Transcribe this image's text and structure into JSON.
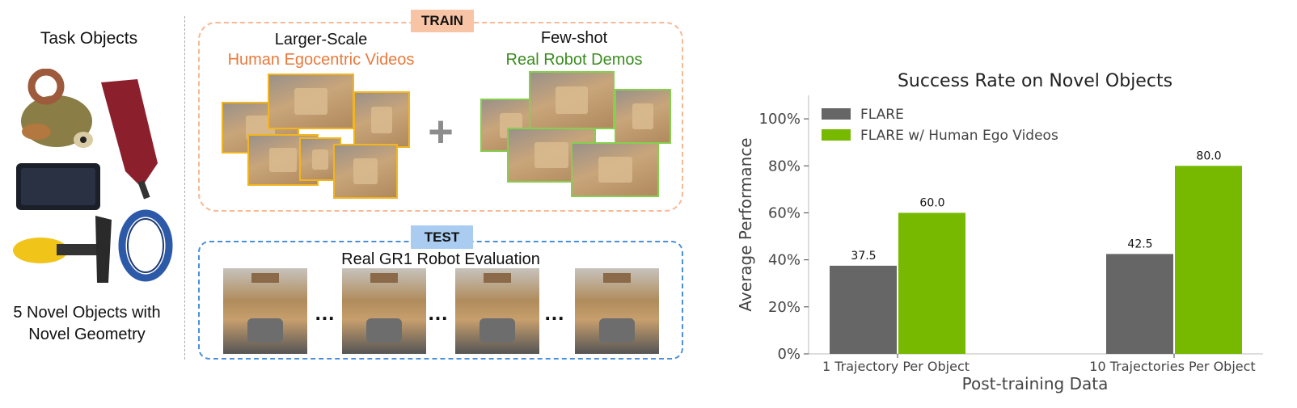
{
  "left": {
    "title": "Task Objects",
    "caption": "5 Novel Objects with Novel Geometry"
  },
  "train": {
    "badge": "TRAIN",
    "human_line1": "Larger-Scale",
    "human_line2": "Human Egocentric Videos",
    "robot_line1": "Few-shot",
    "robot_line2": "Real Robot Demos",
    "plus": "+"
  },
  "test": {
    "badge": "TEST",
    "title": "Real GR1 Robot Evaluation",
    "ellipsis": "..."
  },
  "colors": {
    "human_accent": "#e97a3c",
    "robot_accent": "#3b8c1f",
    "train_border": "#f7b994",
    "test_border": "#4a90d9",
    "bar_flare": "#666666",
    "bar_flare_human": "#76b900"
  },
  "chart_data": {
    "type": "bar",
    "title": "Success Rate on Novel Objects",
    "xlabel": "Post-training Data",
    "ylabel": "Average Performance",
    "categories": [
      "1 Trajectory Per Object",
      "10 Trajectories Per Object"
    ],
    "series": [
      {
        "name": "FLARE",
        "values": [
          37.5,
          42.5
        ],
        "color": "#666666"
      },
      {
        "name": "FLARE w/ Human Ego Videos",
        "values": [
          60.0,
          80.0
        ],
        "color": "#76b900"
      }
    ],
    "ylim": [
      0,
      110
    ],
    "yticks": [
      0,
      20,
      40,
      60,
      80,
      100
    ],
    "ytick_labels": [
      "0%",
      "20%",
      "40%",
      "60%",
      "80%",
      "100%"
    ],
    "data_labels": [
      [
        "37.5",
        "42.5"
      ],
      [
        "60.0",
        "80.0"
      ]
    ],
    "legend_position": "top-left",
    "grid": false
  }
}
